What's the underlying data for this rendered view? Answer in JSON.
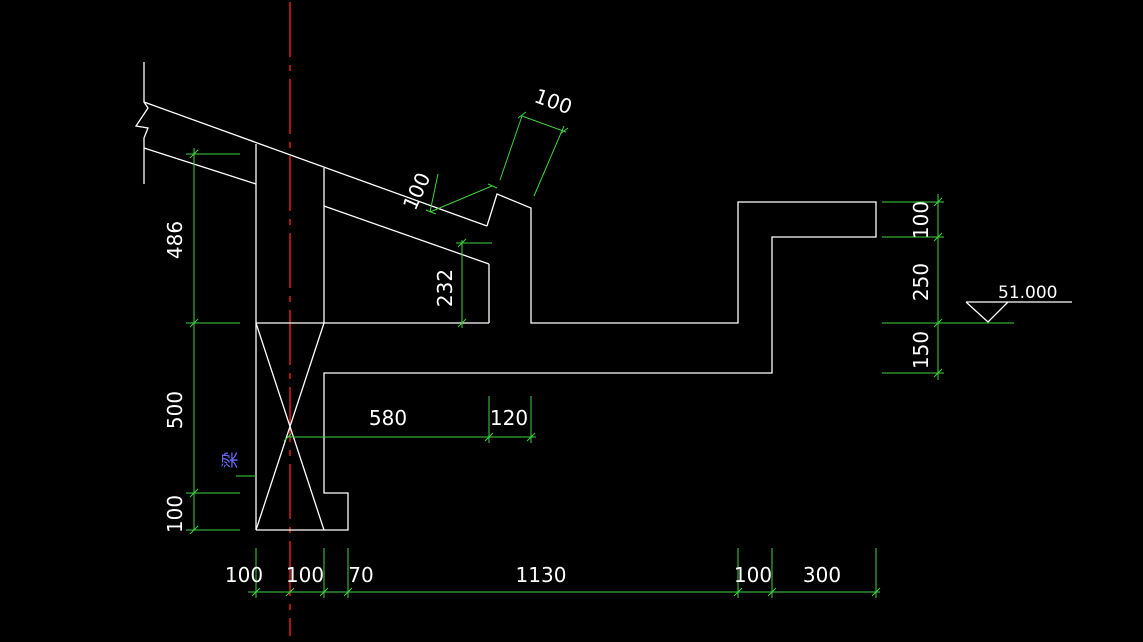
{
  "colors": {
    "background": "#000000",
    "outline": "#ffffff",
    "dimension_lines": "#3fd23f",
    "center_line": "#ff2020",
    "beam_label": "#6c6cff"
  },
  "labels": {
    "beam": "梁",
    "elevation": "51.000"
  },
  "dims": {
    "h486": "486",
    "h500": "500",
    "h100_left": "100",
    "h232": "232",
    "h100_right": "100",
    "h250": "250",
    "h150": "150",
    "w580": "580",
    "w120": "120",
    "slope100_a": "100",
    "slope100_b": "100",
    "b100_a": "100",
    "b100_b": "100",
    "b70": "70",
    "b1130": "1130",
    "b100_c": "100",
    "b300": "300"
  }
}
